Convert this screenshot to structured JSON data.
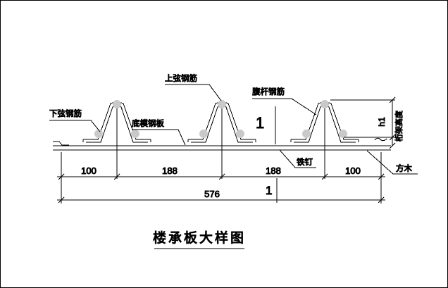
{
  "drawing": {
    "title": "楼承板大样图",
    "labels": {
      "top_chord": "上弦钢筋",
      "bottom_chord": "下弦钢筋",
      "bottom_plate": "底模钢板",
      "web_bar": "腹杆钢筋",
      "nail": "铁钉",
      "timber": "方木",
      "truss_height": "桁架高度",
      "h1": "h1"
    },
    "section_mark": "1",
    "dimensions": {
      "segments": [
        "100",
        "188",
        "188",
        "100"
      ],
      "total": "576"
    },
    "colors": {
      "line": "#000000",
      "rebar_fill": "#c9c9c9",
      "background": "#ffffff"
    }
  }
}
